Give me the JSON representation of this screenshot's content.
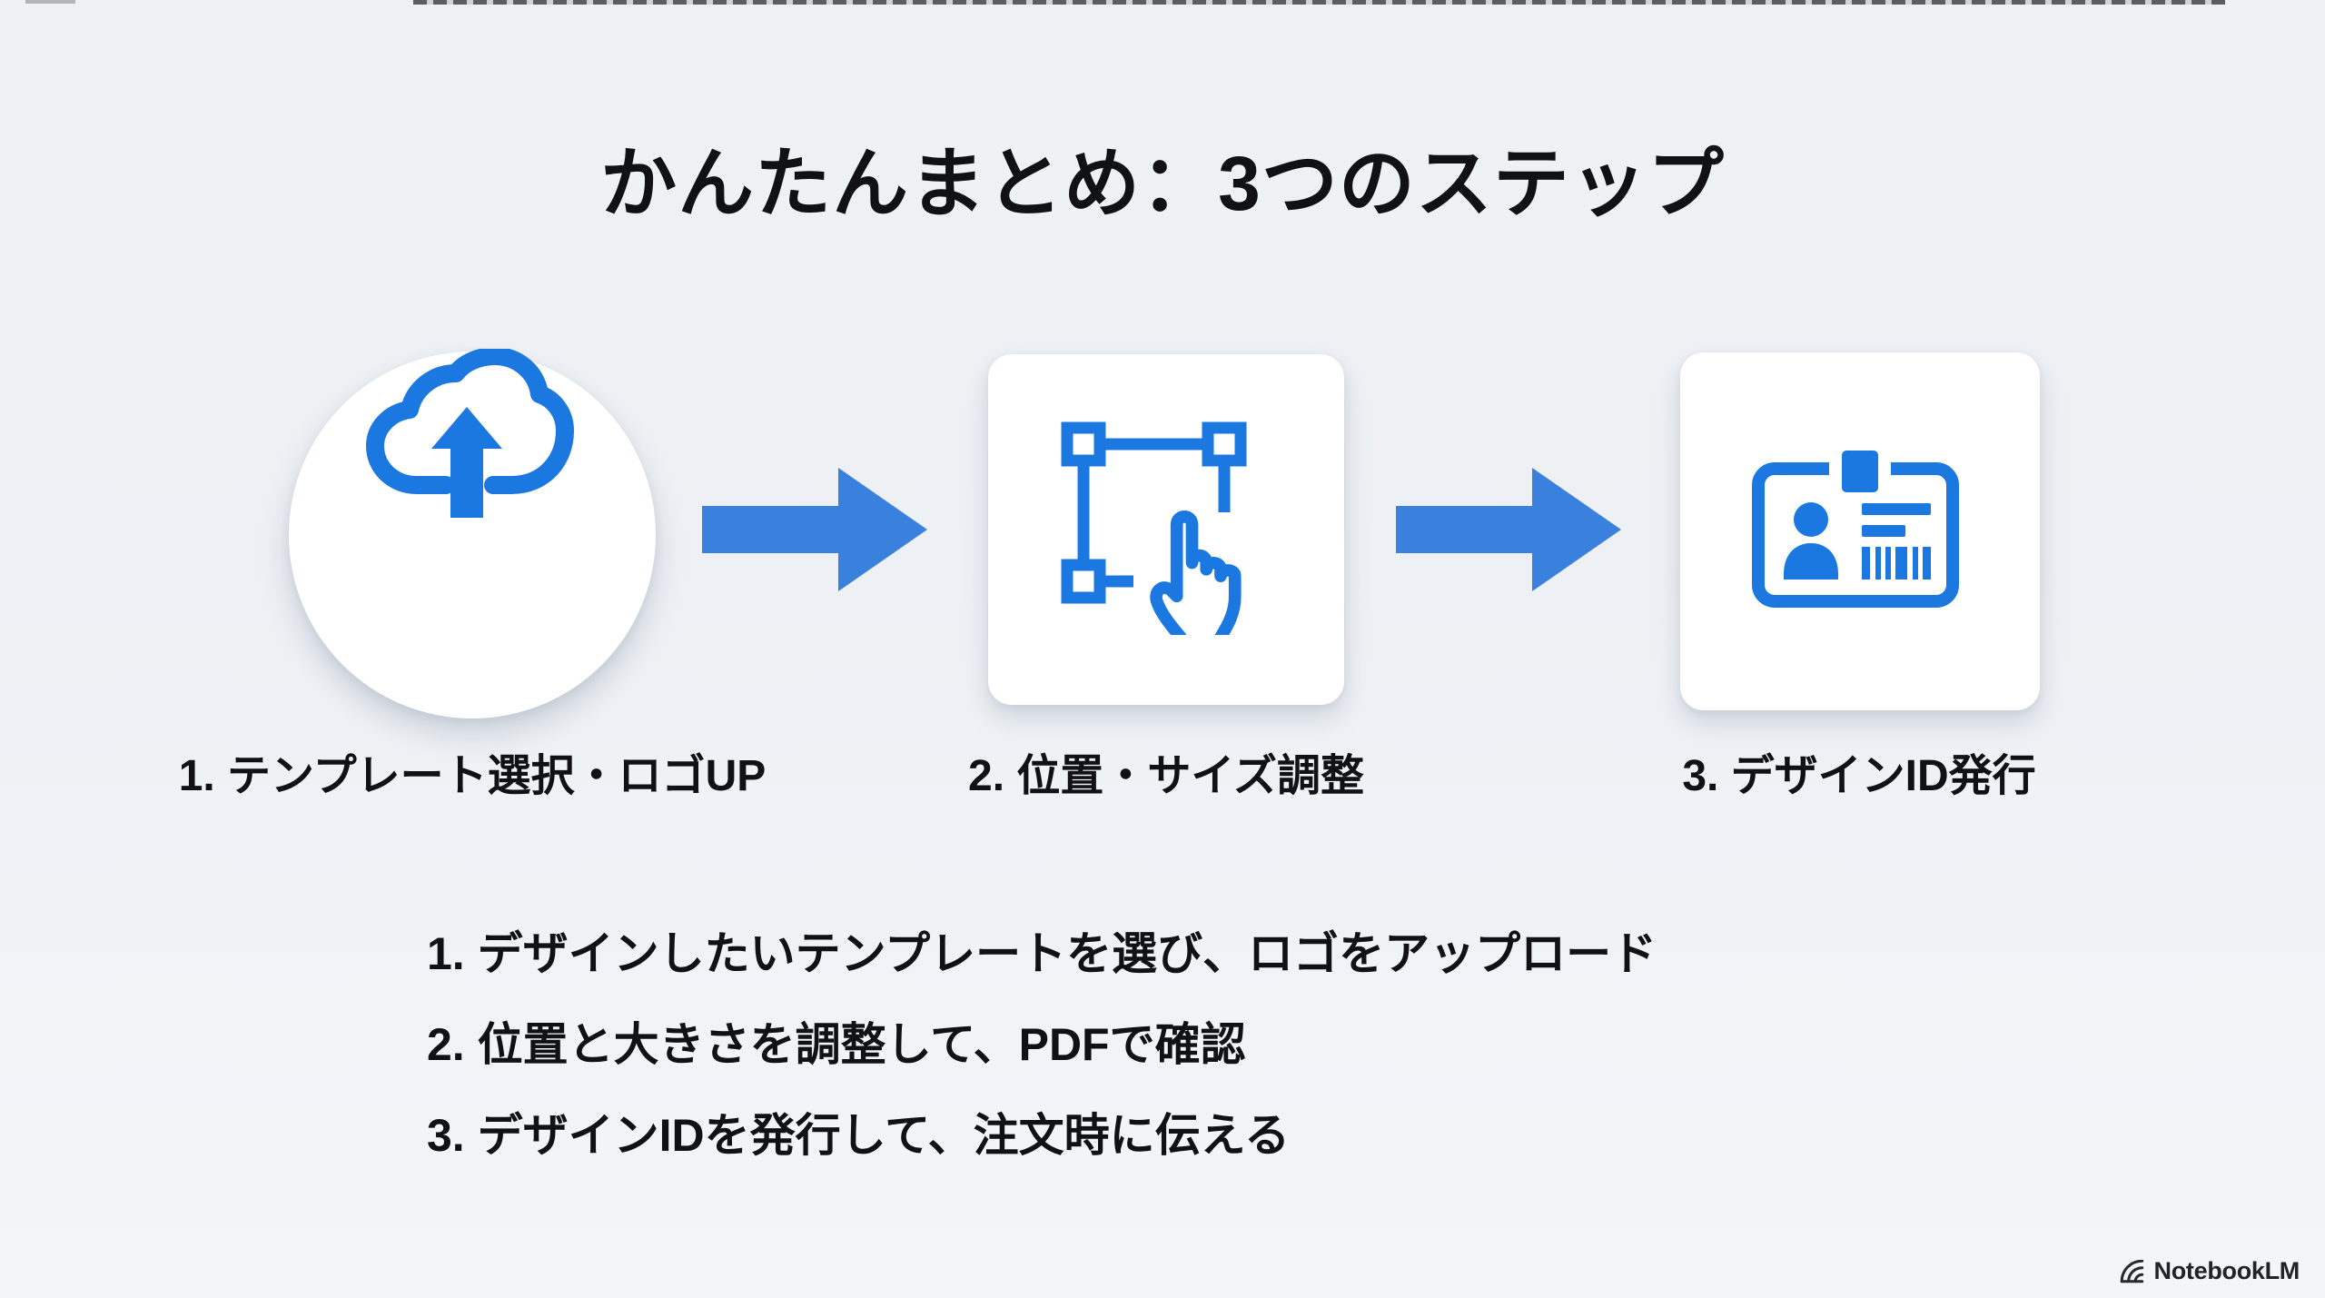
{
  "slide": {
    "title": "かんたんまとめ：3つのステップ",
    "steps": [
      {
        "label": "1. テンプレート選択・ロゴUP",
        "icon": "cloud-upload-icon"
      },
      {
        "label": "2. 位置・サイズ調整",
        "icon": "transform-handles-hand-icon"
      },
      {
        "label": "3. デザインID発行",
        "icon": "id-card-icon"
      }
    ],
    "summary": [
      "1. デザインしたいテンプレートを選び、ロゴをアップロード",
      "2. 位置と大きさを調整して、PDFで確認",
      "3. デザインIDを発行して、注文時に伝える"
    ],
    "watermark": {
      "brand": "NotebookLM"
    },
    "colors": {
      "accent_blue": "#1b78e0",
      "arrow_blue": "#3a80dd",
      "background_top": "#eff2f5",
      "background_bottom": "#f3f6f9",
      "text": "#101114"
    }
  }
}
